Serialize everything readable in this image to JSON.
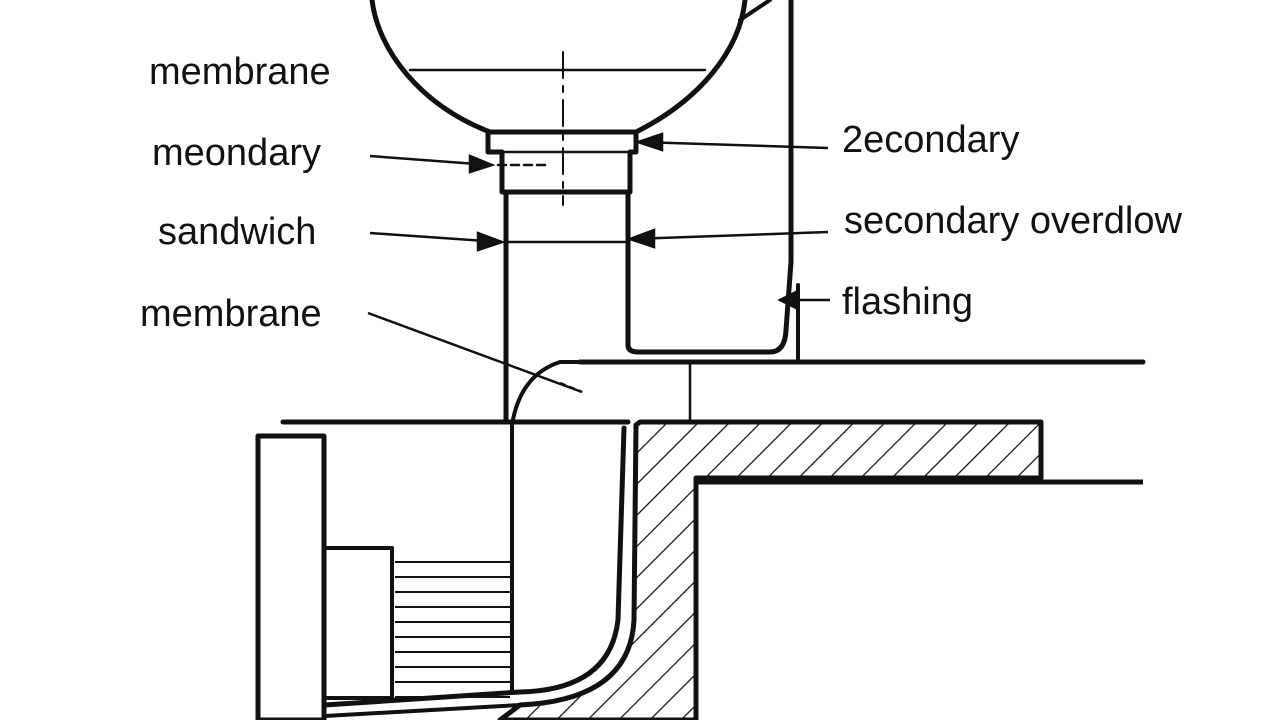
{
  "labels": {
    "membrane_top": "membrane",
    "meondary": "meondary",
    "sandwich": "sandwich",
    "membrane_bottom": "membrane",
    "secondary_2": "2econdary",
    "secondary_overflow": "secondary overdlow",
    "flashing": "flashing"
  },
  "colors": {
    "line": "#111111",
    "background": "#ffffff"
  }
}
